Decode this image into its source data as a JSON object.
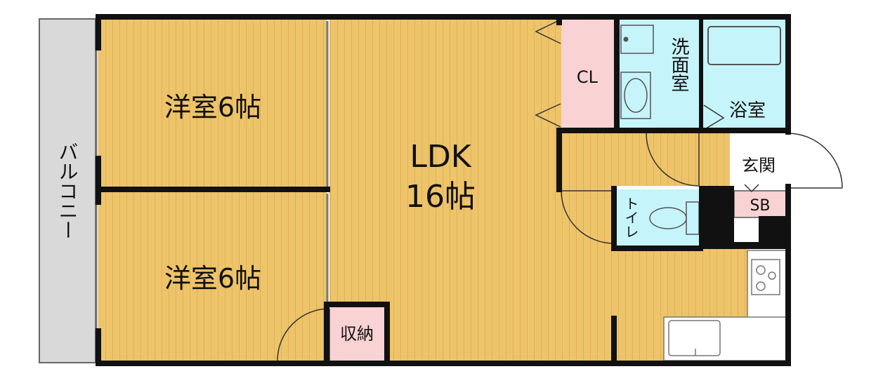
{
  "rooms": {
    "bed1": "洋室6帖",
    "bed2": "洋室6帖",
    "ldk_name": "LDK",
    "ldk_size": "16帖",
    "closet": "CL",
    "washroom": "洗面室",
    "bath": "浴室",
    "entrance": "玄関",
    "shoebox": "SB",
    "toilet": "トイレ",
    "storage": "収納",
    "balcony": "バルコニー"
  },
  "colors": {
    "floor": "#eec46a",
    "wet": "#c6f4fb",
    "pink": "#f9d2d4",
    "balcony": "#d9d9d9",
    "wall": "#111111"
  }
}
